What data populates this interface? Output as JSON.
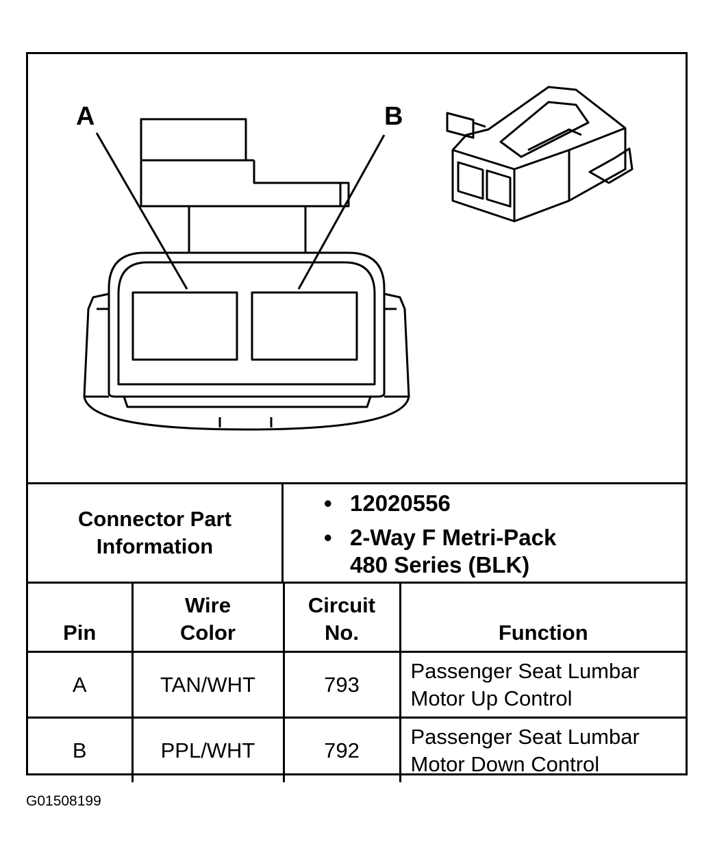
{
  "diagram": {
    "pin_labels": [
      "A",
      "B"
    ]
  },
  "connector_info": {
    "label": "Connector Part Information",
    "items": [
      "12020556",
      "2-Way F Metri-Pack 480 Series (BLK)"
    ]
  },
  "pin_table": {
    "headers": [
      "Pin",
      "Wire Color",
      "Circuit No.",
      "Function"
    ],
    "rows": [
      [
        "A",
        "TAN/WHT",
        "793",
        "Passenger Seat Lumbar Motor Up Control"
      ],
      [
        "B",
        "PPL/WHT",
        "792",
        "Passenger Seat Lumbar Motor Down Control"
      ]
    ]
  },
  "figure_id": "G01508199"
}
